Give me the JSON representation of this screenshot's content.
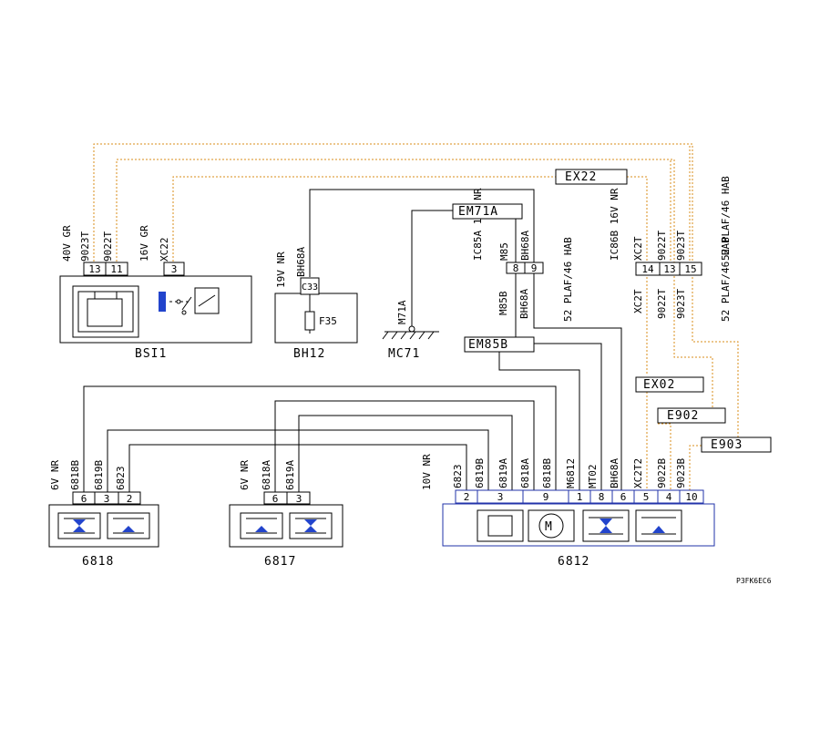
{
  "components": {
    "bsi1": "BSI1",
    "bh12": "BH12",
    "mc71": "MC71",
    "c6818": "6818",
    "c6817": "6817",
    "c6812": "6812",
    "f35": "F35"
  },
  "connectors": {
    "ex22": "EX22",
    "em71a": "EM71A",
    "em85b": "EM85B",
    "ex02": "EX02",
    "e902": "E902",
    "e903": "E903"
  },
  "bsi1": {
    "conn1_label": "40V GR",
    "conn2_label": "16V GR",
    "pins": [
      "13",
      "11",
      "3"
    ],
    "wires": [
      "9023T",
      "9022T",
      "XC22"
    ]
  },
  "bh12": {
    "conn_label": "19V NR",
    "wire": "BH68A",
    "pin": "C33"
  },
  "mc71": {
    "wire": "M71A"
  },
  "middle": {
    "conn_label": "IC85A 16V NR",
    "pins": [
      "8",
      "9"
    ],
    "wires_top": [
      "M85",
      "BH68A"
    ],
    "wires_bottom": [
      "M85B",
      "BH68A"
    ],
    "plaf_label": "52 PLAF/46 HAB"
  },
  "right": {
    "conn_label": "IC86B 16V NR",
    "pins": [
      "14",
      "13",
      "15"
    ],
    "wires_top": [
      "XC2T",
      "9022T",
      "9023T"
    ],
    "wires_bottom": [
      "XC2T",
      "9022T",
      "9023T"
    ],
    "plaf_label": "52 PLAF/46 HAB"
  },
  "c6818": {
    "conn_label": "6V NR",
    "pins": [
      "6",
      "3",
      "2"
    ],
    "wires": [
      "6818B",
      "6819B",
      "6823"
    ]
  },
  "c6817": {
    "conn_label": "6V NR",
    "pins": [
      "6",
      "3"
    ],
    "wires": [
      "6818A",
      "6819A"
    ]
  },
  "c6812": {
    "conn_label": "10V NR",
    "pins": [
      "2",
      "3",
      "9",
      "1",
      "8",
      "6",
      "5",
      "4",
      "10"
    ],
    "wires": [
      "6823",
      "6819B",
      "6819A",
      "6818A",
      "6818B",
      "M6812",
      "MT02",
      "BH68A",
      "XC2T2",
      "9022B",
      "9023B"
    ]
  },
  "footer_code": "P3FK6EC6",
  "colors": {
    "signal_wire": "#d98c1a",
    "component_outline": "#2233aa",
    "symbol_fill": "#2244cc"
  }
}
